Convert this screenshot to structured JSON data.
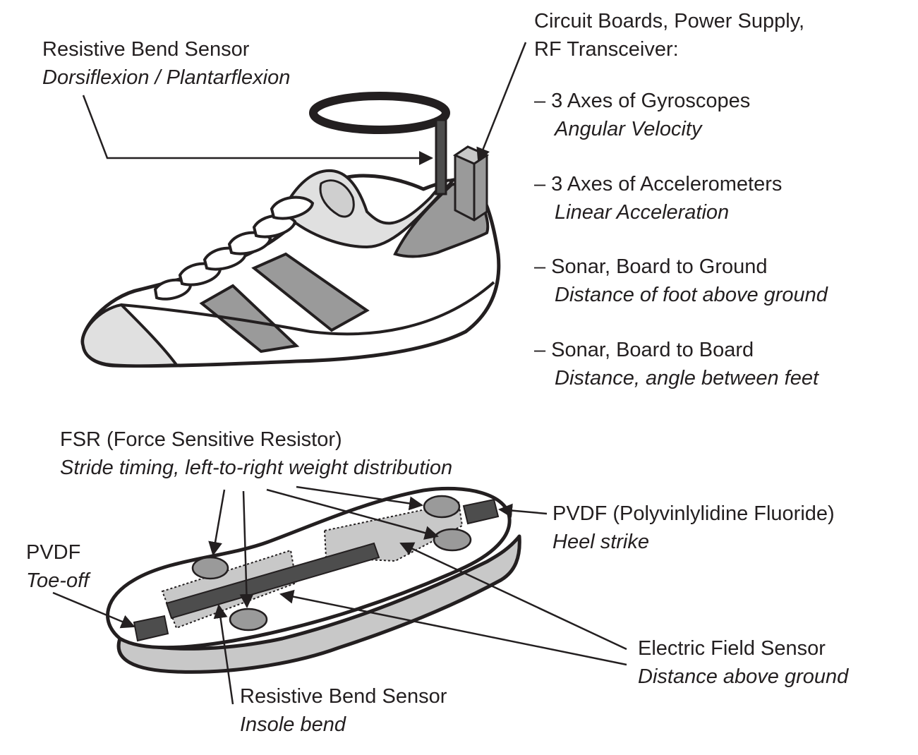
{
  "shoe_labels": {
    "bend_ankle": {
      "title": "Resistive Bend Sensor",
      "subtitle": "Dorsiflexion / Plantarflexion"
    },
    "circuit": {
      "title_line1": "Circuit Boards, Power Supply,",
      "title_line2": "RF Transceiver:",
      "items": [
        {
          "title": "– 3 Axes of Gyroscopes",
          "subtitle": "Angular Velocity"
        },
        {
          "title": "– 3 Axes of Accelerometers",
          "subtitle": "Linear Acceleration"
        },
        {
          "title": "– Sonar, Board to Ground",
          "subtitle": "Distance of foot above ground"
        },
        {
          "title": "– Sonar, Board to Board",
          "subtitle": "Distance, angle between feet"
        }
      ]
    }
  },
  "insole_labels": {
    "fsr": {
      "title": "FSR (Force Sensitive Resistor)",
      "subtitle": "Stride timing, left-to-right weight distribution"
    },
    "pvdf_heel": {
      "title": "PVDF (Polyvinlylidine Fluoride)",
      "subtitle": "Heel strike"
    },
    "pvdf_toe": {
      "title": "PVDF",
      "subtitle": "Toe-off"
    },
    "efield": {
      "title": "Electric Field Sensor",
      "subtitle": "Distance above ground"
    },
    "bend_insole": {
      "title": "Resistive Bend Sensor",
      "subtitle": "Insole bend"
    }
  },
  "colors": {
    "ink": "#231f20",
    "dark_gray": "#4d4d4d",
    "mid_gray": "#9a9a9a",
    "light_gray": "#c8c8c8",
    "pale_gray": "#e6e6e6"
  }
}
